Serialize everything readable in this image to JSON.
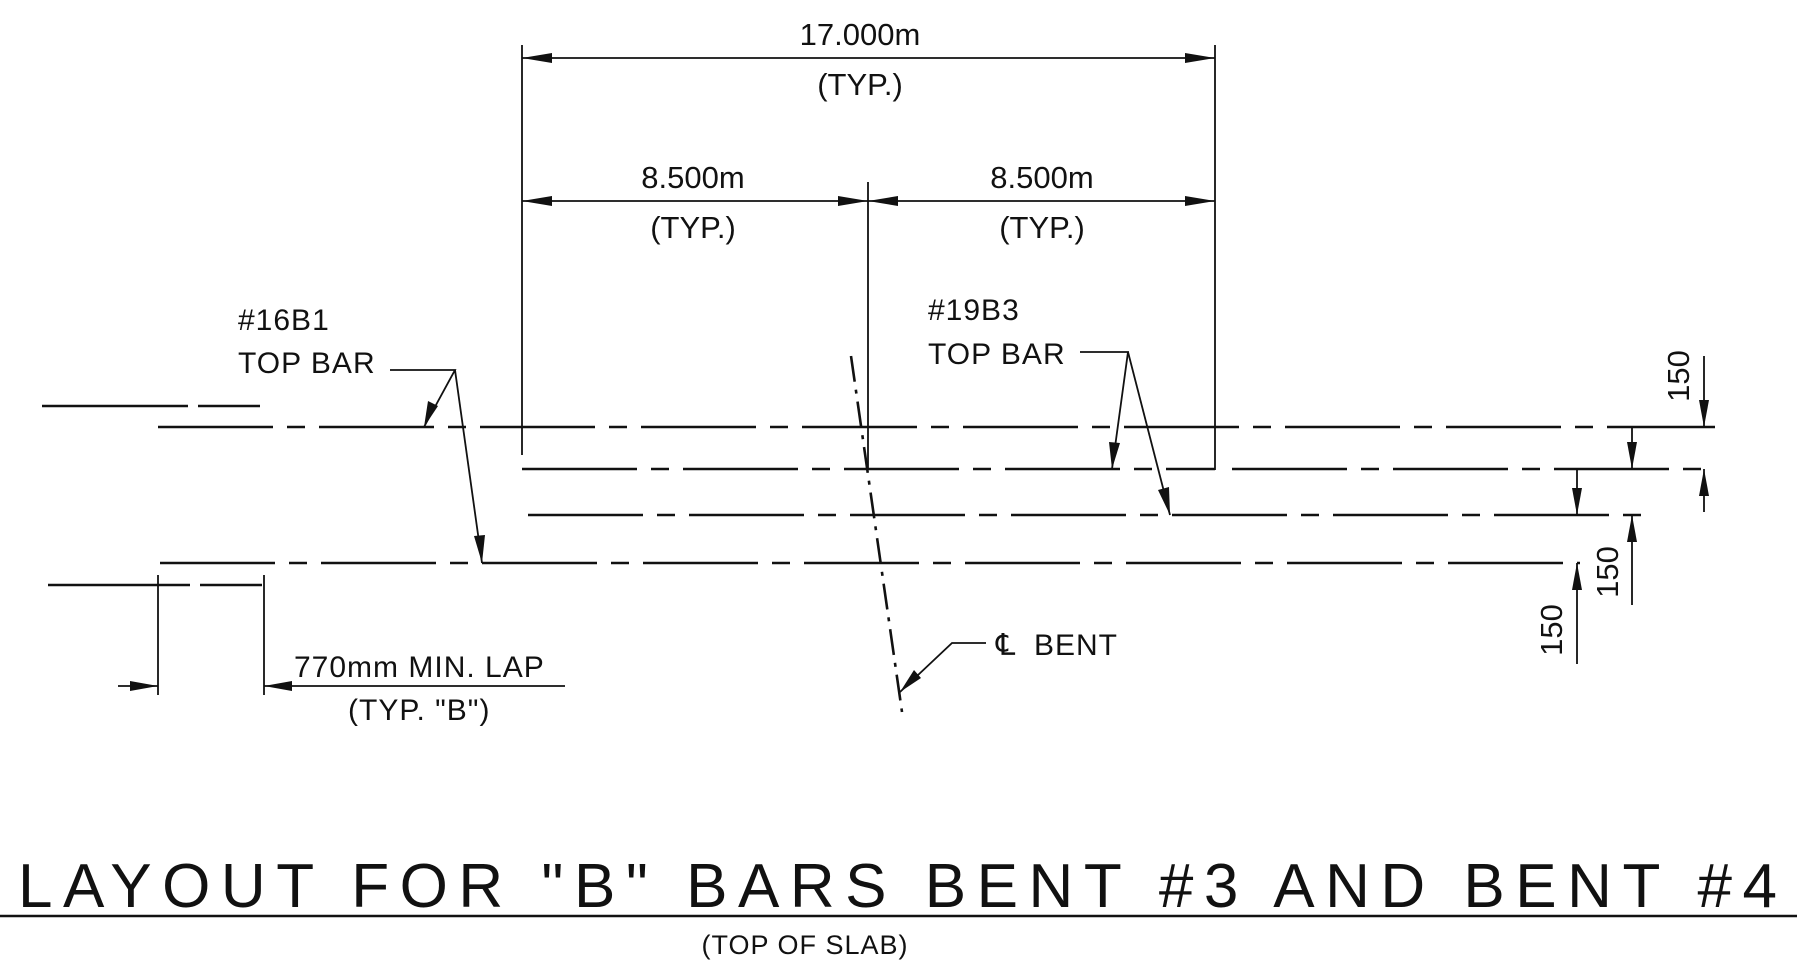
{
  "dimensions": {
    "overall": {
      "value": "17.000m",
      "note": "(TYP.)"
    },
    "left_half": {
      "value": "8.500m",
      "note": "(TYP.)"
    },
    "right_half": {
      "value": "8.500m",
      "note": "(TYP.)"
    },
    "spacing_1": "150",
    "spacing_2": "150",
    "spacing_3": "150"
  },
  "callouts": {
    "bar_b1": {
      "mark": "#16B1",
      "description": "TOP BAR"
    },
    "bar_b3": {
      "mark": "#19B3",
      "description": "TOP BAR"
    },
    "centerline": {
      "symbol": "℄",
      "label": "BENT"
    },
    "lap": {
      "text": "770mm MIN. LAP",
      "note": "(TYP. \"B\")"
    }
  },
  "title": "LAYOUT FOR \"B\" BARS BENT #3 AND BENT #4",
  "subtitle": "(TOP OF SLAB)"
}
